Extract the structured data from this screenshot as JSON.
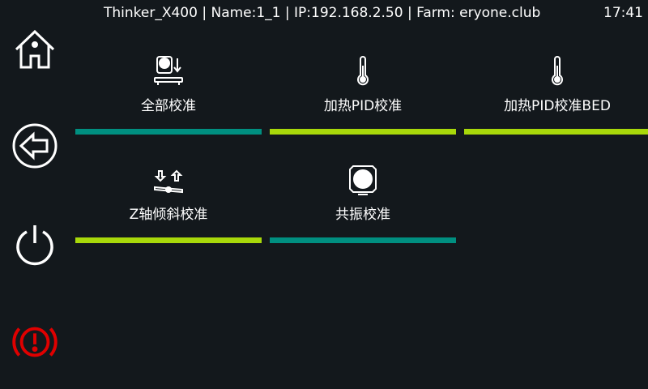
{
  "header": {
    "status": "Thinker_X400 | Name:1_1 | IP:192.168.2.50 | Farm: eryone.club",
    "time": "17:41"
  },
  "sidebar": [
    {
      "icon": "home-icon"
    },
    {
      "icon": "back-icon"
    },
    {
      "icon": "power-icon"
    },
    {
      "icon": "emergency-stop-icon"
    }
  ],
  "tiles": [
    {
      "label": "全部校准",
      "icon": "calibrate-all-icon",
      "color": "#008f80"
    },
    {
      "label": "加热PID校准",
      "icon": "thermometer-icon",
      "color": "#a8d80a"
    },
    {
      "label": "加热PID校准BED",
      "icon": "thermometer-icon",
      "color": "#a8d80a"
    },
    {
      "label": "Z轴倾斜校准",
      "icon": "z-tilt-icon",
      "color": "#a8d80a"
    },
    {
      "label": "共振校准",
      "icon": "resonance-icon",
      "color": "#008f80"
    }
  ],
  "colors": {
    "teal": "#008f80",
    "lime": "#a8d80a",
    "danger": "#e00000"
  }
}
